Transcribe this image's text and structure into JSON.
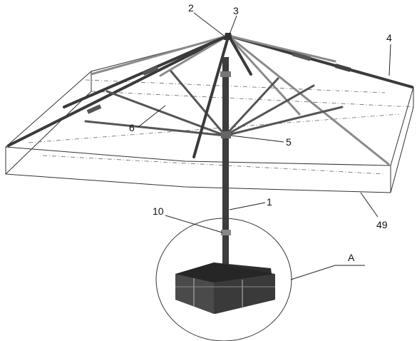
{
  "figure": {
    "labels": {
      "l1": "1",
      "l2": "2",
      "l3": "3",
      "l4": "4",
      "l5": "5",
      "l6": "6",
      "l10": "10",
      "l49": "49",
      "lA": "A"
    }
  }
}
